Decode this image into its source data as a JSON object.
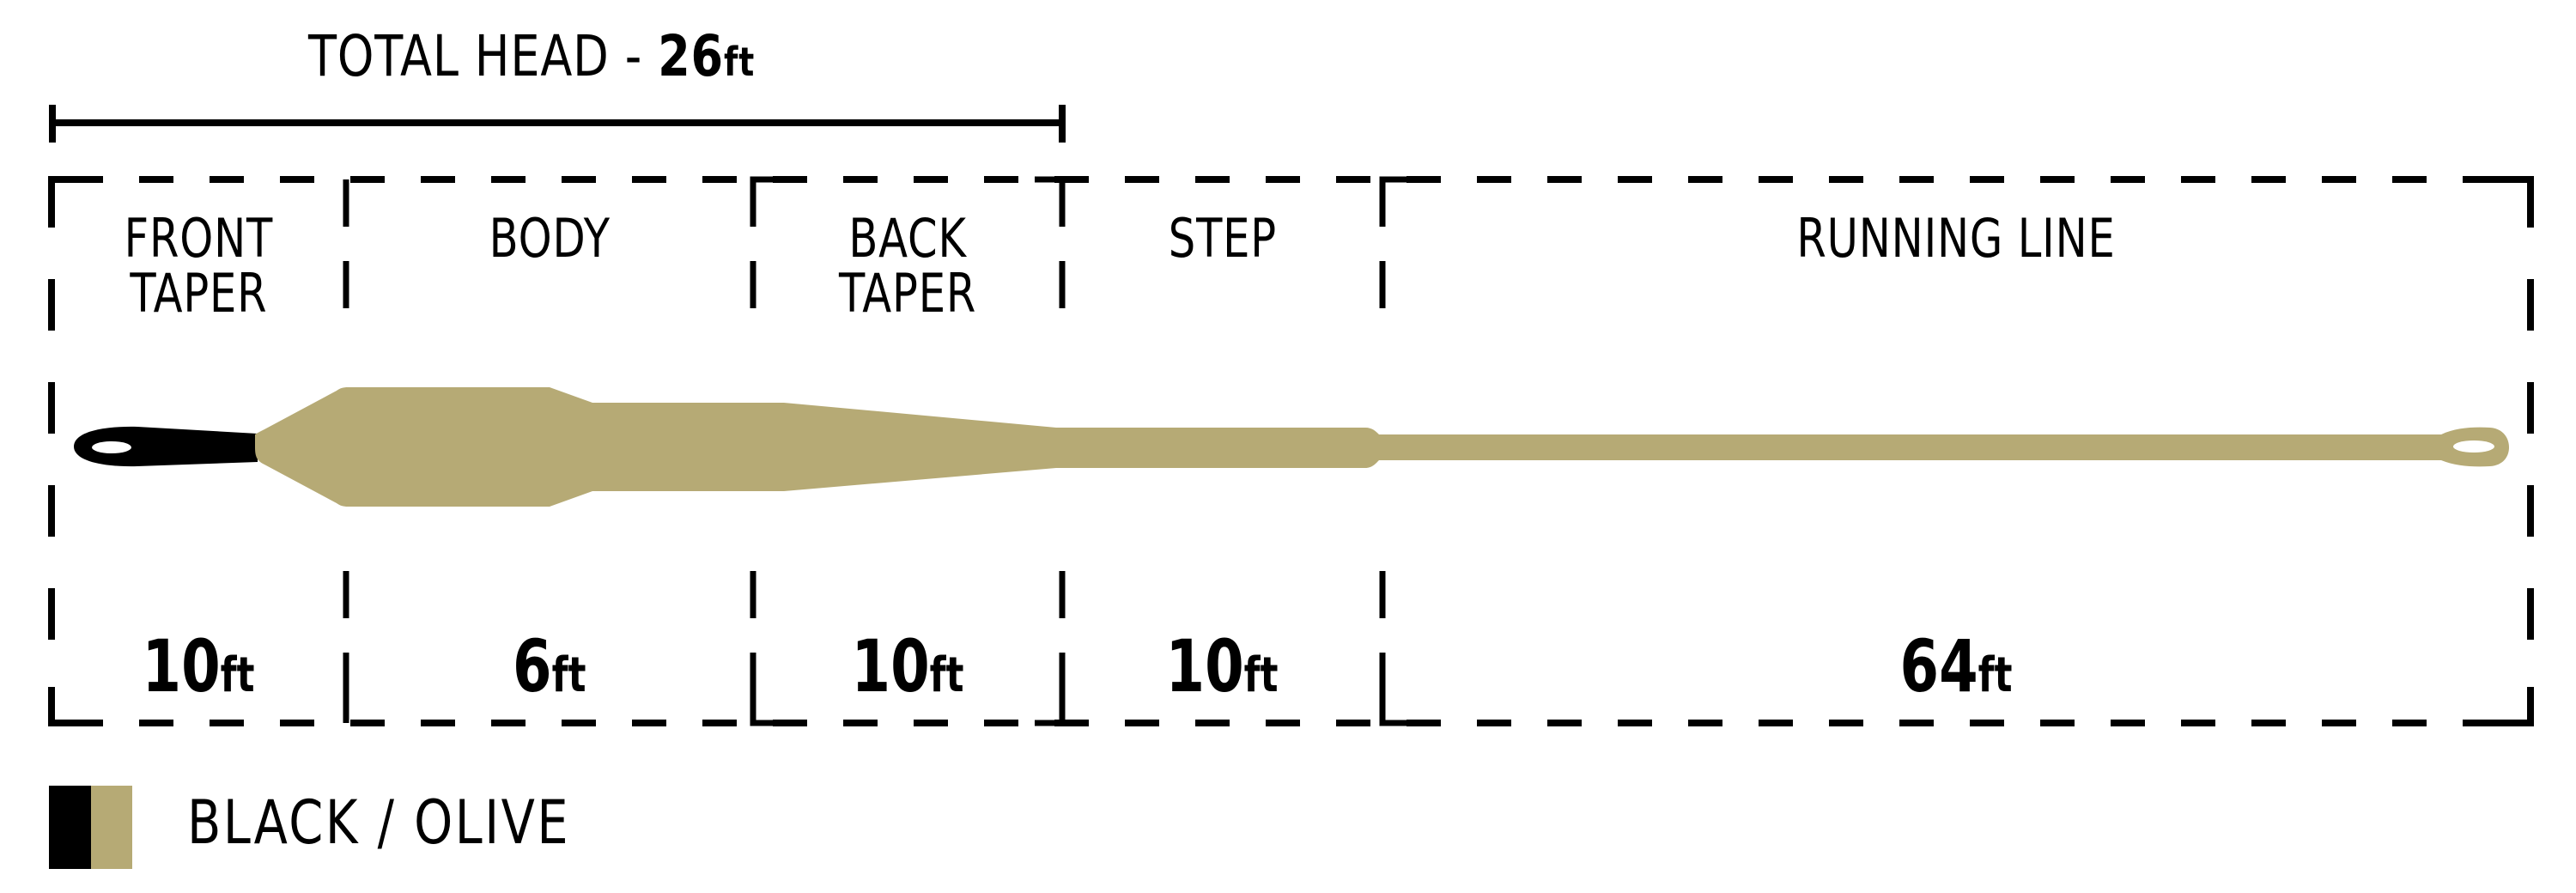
{
  "header": {
    "title_prefix": "TOTAL HEAD - ",
    "title_value": "26",
    "title_unit": "ft"
  },
  "sections": [
    {
      "label": "FRONT\nTAPER",
      "value": "10",
      "unit": "ft"
    },
    {
      "label": "BODY",
      "value": "6",
      "unit": "ft"
    },
    {
      "label": "BACK\nTAPER",
      "value": "10",
      "unit": "ft"
    },
    {
      "label": "STEP",
      "value": "10",
      "unit": "ft"
    },
    {
      "label": "RUNNING LINE",
      "value": "64",
      "unit": "ft"
    }
  ],
  "legend": {
    "label": "BLACK / OLIVE",
    "colors": [
      "#000000",
      "#B6AA75"
    ]
  },
  "colors": {
    "tip": "#000000",
    "line": "#B6AA75",
    "stroke": "#000000"
  }
}
